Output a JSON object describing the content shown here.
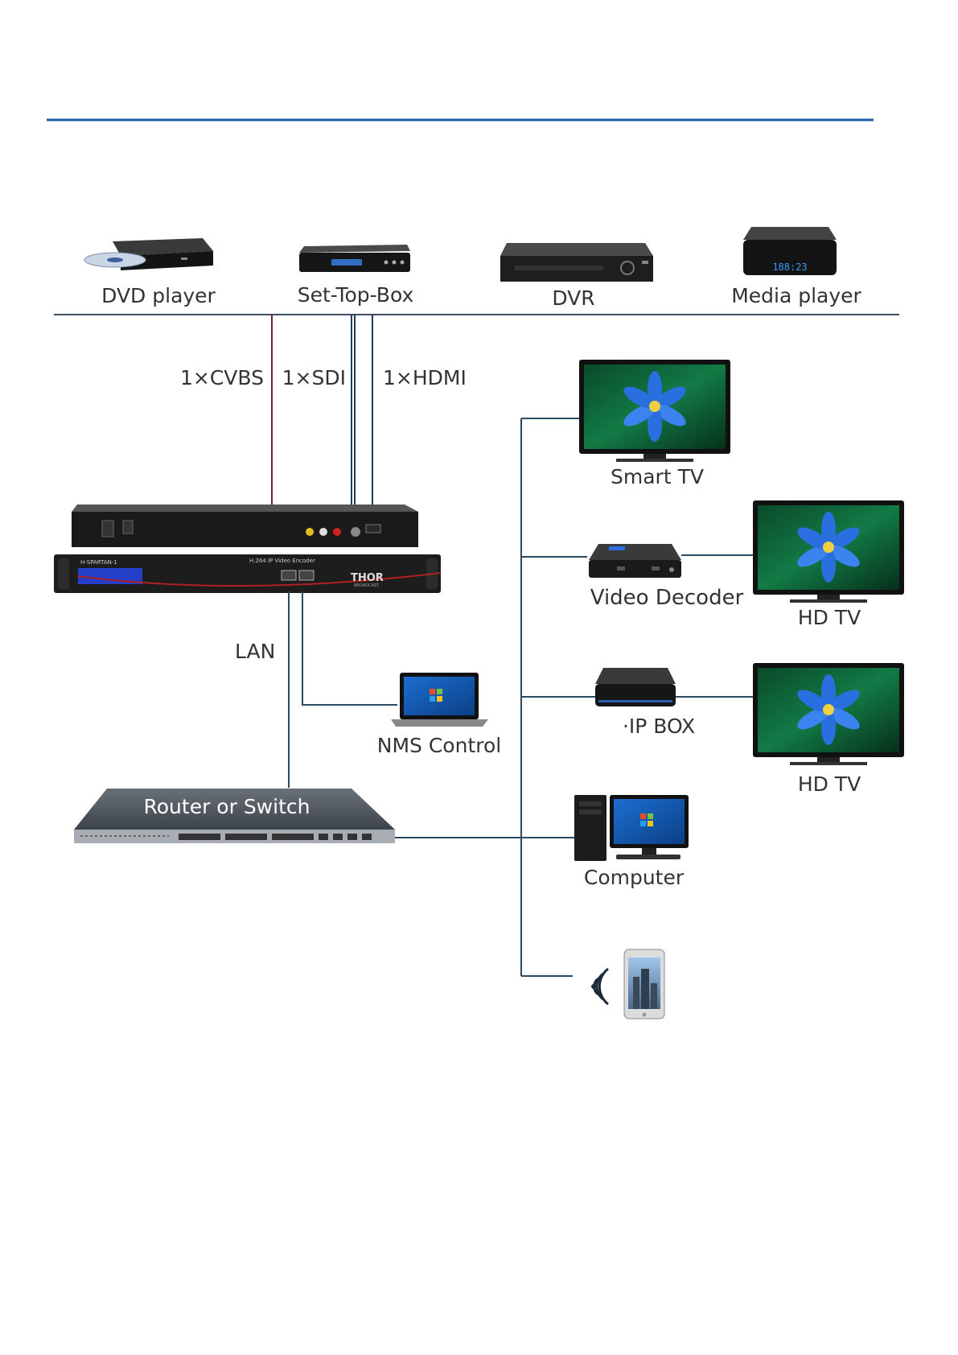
{
  "colors": {
    "header_rule": "#1f5ca8",
    "bus_line": "#3d4f64",
    "cvbs_cable": "#6b2a2a",
    "sdi_hdmi_cable": "#1f3d55",
    "network_line": "#2a4a64",
    "text": "#333333"
  },
  "sources": [
    {
      "label": "DVD player",
      "icon": "dvd-player-icon"
    },
    {
      "label": "Set-Top-Box",
      "icon": "set-top-box-icon"
    },
    {
      "label": "DVR",
      "icon": "dvr-icon"
    },
    {
      "label": "Media player",
      "icon": "media-player-icon",
      "display": "188:23"
    }
  ],
  "inputs": [
    {
      "label": "1×CVBS"
    },
    {
      "label": "1×SDI"
    },
    {
      "label": "1×HDMI"
    }
  ],
  "encoder": {
    "model": "H-SPARTAN-1",
    "panel_title": "H.264 IP Video Encoder",
    "brand": "THOR",
    "brand_sub": "BROADCAST"
  },
  "lan_label": "LAN",
  "nms_label": "NMS Control",
  "switch_label": "Router or Switch",
  "destinations": {
    "smart_tv": "Smart TV",
    "video_decoder": "Video Decoder",
    "hd_tv_1": "HD TV",
    "ip_box": "IP BOX",
    "ip_box_mark": "·",
    "hd_tv_2": "HD TV",
    "computer": "Computer"
  }
}
